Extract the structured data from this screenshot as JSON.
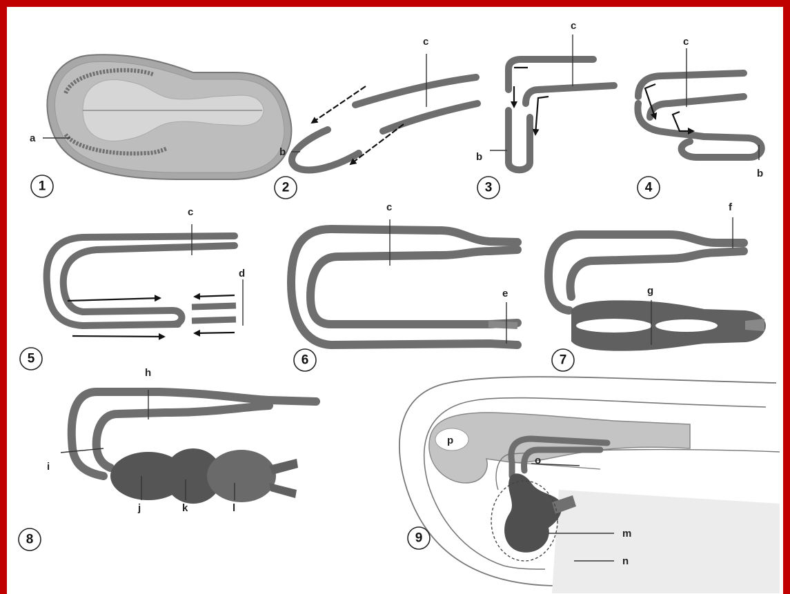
{
  "panels": [
    "1",
    "2",
    "3",
    "4",
    "5",
    "6",
    "7",
    "8",
    "9"
  ],
  "labels": {
    "a": "a",
    "b": "b",
    "c": "c",
    "d": "d",
    "e": "e",
    "f": "f",
    "g": "g",
    "h": "h",
    "i": "i",
    "j": "j",
    "k": "k",
    "l": "l",
    "m": "m",
    "n": "n",
    "o": "o",
    "p": "p"
  },
  "colors": {
    "frame": "#c00000",
    "tube": "#6e6e6e",
    "chamber": "#555555",
    "embryo": "#bdbdbd"
  }
}
